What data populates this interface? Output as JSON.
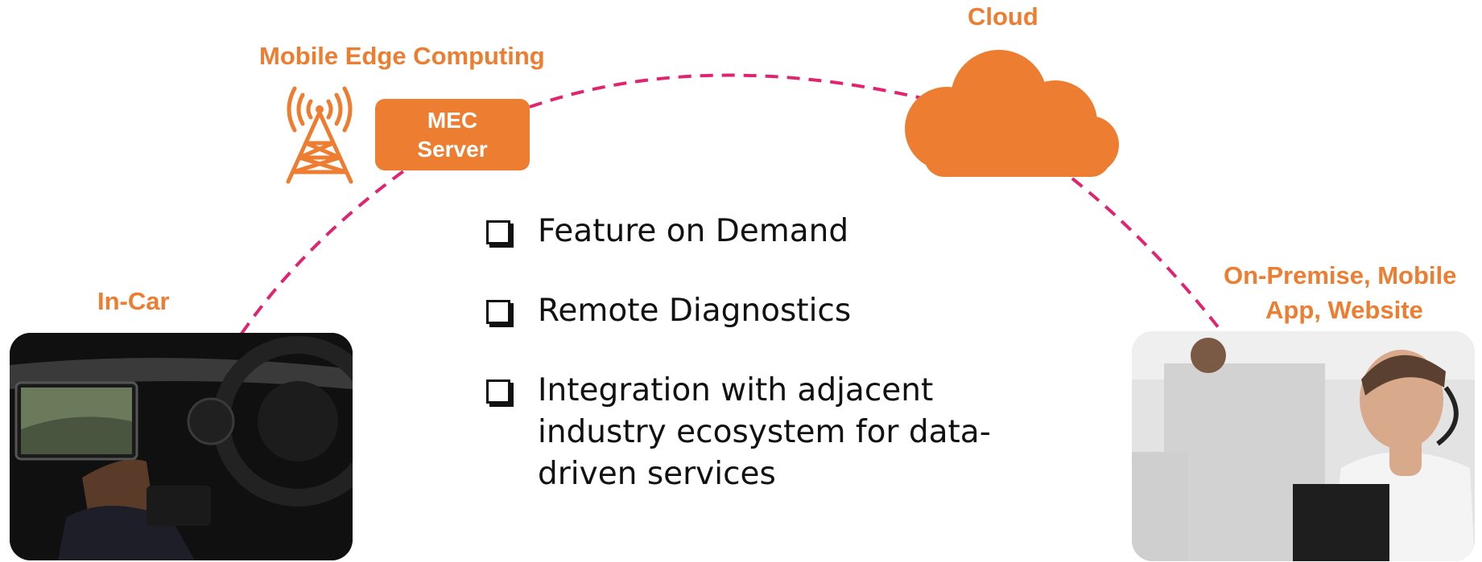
{
  "labels": {
    "mec_title": "Mobile Edge Computing",
    "cloud": "Cloud",
    "in_car": "In-Car",
    "on_premise_line1": "On-Premise, Mobile",
    "on_premise_line2": "App, Website"
  },
  "mec_server": {
    "line1": "MEC",
    "line2": "Server"
  },
  "features": [
    {
      "text": "Feature on Demand"
    },
    {
      "text": "Remote Diagnostics"
    },
    {
      "text": "Integration with adjacent industry ecosystem for data-driven services"
    }
  ],
  "colors": {
    "accent": "#ED7D31",
    "arc": "#E0246F",
    "text": "#111111"
  },
  "icons": {
    "tower": "radio-tower-icon",
    "cloud": "cloud-icon",
    "checkbox": "checkbox-icon"
  }
}
